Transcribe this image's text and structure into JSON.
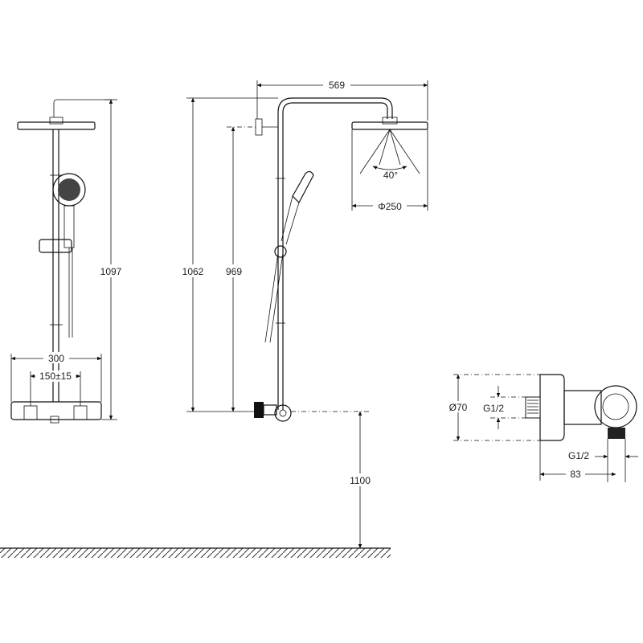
{
  "dimensions": {
    "front_total_height": "1097",
    "front_width": "300",
    "inlet_spacing": "150±15",
    "side_height": "1062",
    "side_rail_height": "969",
    "head_projection": "569",
    "spray_angle": "40°",
    "head_diameter": "Φ250",
    "mount_height": "1100",
    "body_diameter": "Ø70",
    "inlet_thread": "G1/2",
    "outlet_thread": "G1/2",
    "body_depth": "83"
  }
}
